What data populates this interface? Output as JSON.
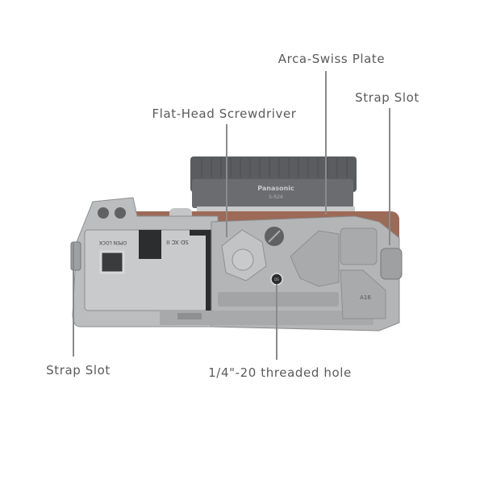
{
  "callouts": {
    "arca_swiss_plate": "Arca-Swiss Plate",
    "strap_slot_right": "Strap Slot",
    "flat_head_screwdriver": "Flat-Head Screwdriver",
    "strap_slot_left": "Strap Slot",
    "threaded_hole": "1/4\"-20 threaded hole"
  },
  "product_markings": {
    "lens_brand": "Panasonic",
    "lens_model": "S-R26",
    "battery_door": "OPEN LOCK",
    "card_type": "SD XC II",
    "cage_model": "A16",
    "screw_mark": "DS"
  },
  "colors": {
    "lens": "#5d5f62",
    "cage": "#b9babb",
    "body_leather": "#9c6a57",
    "leader_line": "#8a8a8a"
  }
}
